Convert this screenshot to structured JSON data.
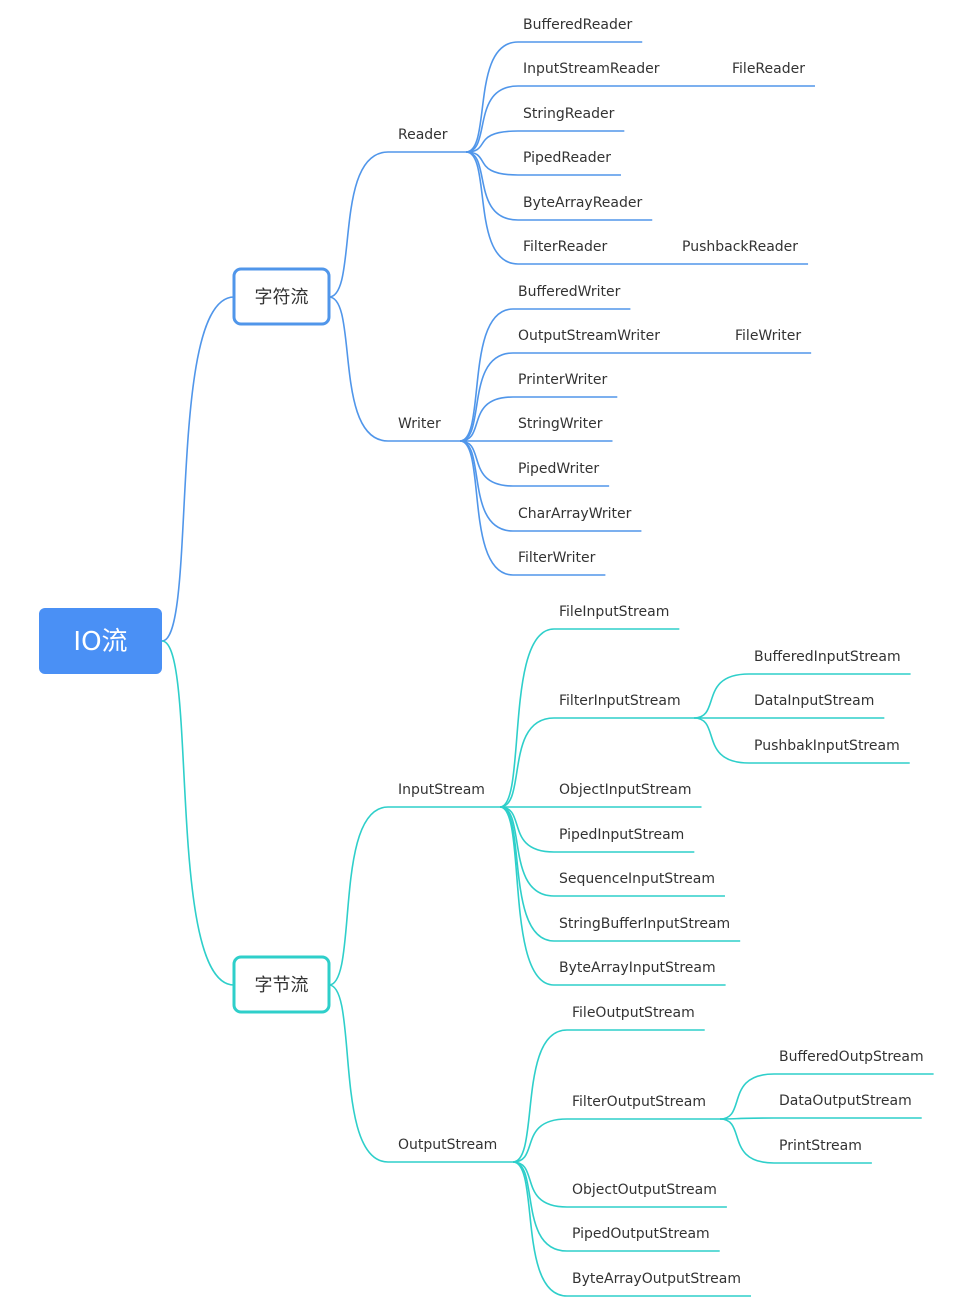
{
  "colors": {
    "root": "#4A90F5",
    "character_branch": "#5096EA",
    "byte_branch": "#2ECFCA",
    "text": "#333333"
  },
  "root": {
    "label": "IO流",
    "children": [
      {
        "label": "字符流",
        "children": [
          {
            "label": "Reader",
            "children": [
              {
                "label": "BufferedReader"
              },
              {
                "label": "InputStreamReader",
                "children": [
                  {
                    "label": "FileReader"
                  }
                ]
              },
              {
                "label": "StringReader"
              },
              {
                "label": "PipedReader"
              },
              {
                "label": "ByteArrayReader"
              },
              {
                "label": "FilterReader",
                "children": [
                  {
                    "label": "PushbackReader"
                  }
                ]
              }
            ]
          },
          {
            "label": "Writer",
            "children": [
              {
                "label": "BufferedWriter"
              },
              {
                "label": "OutputStreamWriter",
                "children": [
                  {
                    "label": "FileWriter"
                  }
                ]
              },
              {
                "label": "PrinterWriter"
              },
              {
                "label": "StringWriter"
              },
              {
                "label": "PipedWriter"
              },
              {
                "label": "CharArrayWriter"
              },
              {
                "label": "FilterWriter"
              }
            ]
          }
        ]
      },
      {
        "label": "字节流",
        "children": [
          {
            "label": "InputStream",
            "children": [
              {
                "label": "FileInputStream"
              },
              {
                "label": "FilterInputStream",
                "children": [
                  {
                    "label": "BufferedInputStream"
                  },
                  {
                    "label": "DataInputStream"
                  },
                  {
                    "label": "PushbakInputStream"
                  }
                ]
              },
              {
                "label": "ObjectInputStream"
              },
              {
                "label": "PipedInputStream"
              },
              {
                "label": "SequenceInputStream"
              },
              {
                "label": "StringBufferInputStream"
              },
              {
                "label": "ByteArrayInputStream"
              }
            ]
          },
          {
            "label": "OutputStream",
            "children": [
              {
                "label": "FileOutputStream"
              },
              {
                "label": "FilterOutputStream",
                "children": [
                  {
                    "label": "BufferedOutpStream"
                  },
                  {
                    "label": "DataOutputStream"
                  },
                  {
                    "label": "PrintStream"
                  }
                ]
              },
              {
                "label": "ObjectOutputStream"
              },
              {
                "label": "PipedOutputStream"
              },
              {
                "label": "ByteArrayOutputStream"
              }
            ]
          }
        ]
      }
    ]
  }
}
